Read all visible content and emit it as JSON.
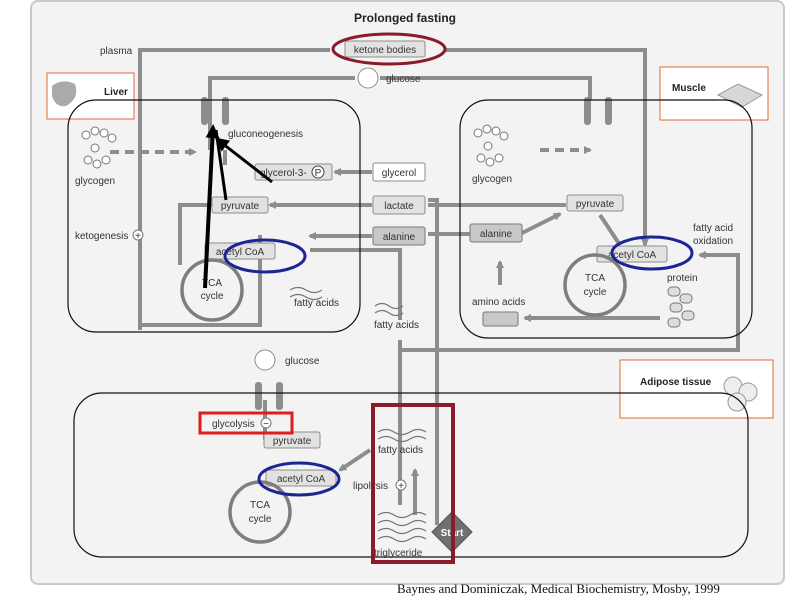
{
  "title": "Prolonged fasting",
  "citation": "Baynes and Dominiczak, Medical Biochemistry, Mosby, 1999",
  "top": {
    "plasma": "plasma",
    "ketone_bodies": "ketone bodies",
    "glucose": "glucose"
  },
  "liver": {
    "label": "Liver",
    "gluconeogenesis": "gluconeogenesis",
    "glycogen": "glycogen",
    "glycerol_3_p": "glycerol-3-",
    "p_symbol": "P",
    "pyruvate": "pyruvate",
    "ketogenesis": "ketogenesis",
    "plus": "+",
    "acetyl_coa": "acetyl CoA",
    "tca": "TCA",
    "cycle": "cycle",
    "fatty_acids": "fatty acids"
  },
  "middle": {
    "glycerol": "glycerol",
    "lactate": "lactate",
    "alanine": "alanine",
    "fatty_acids": "fatty acids"
  },
  "muscle": {
    "label": "Muscle",
    "glycogen": "glycogen",
    "pyruvate": "pyruvate",
    "alanine": "alanine",
    "fatty_acid_oxidation_1": "fatty acid",
    "fatty_acid_oxidation_2": "oxidation",
    "acetyl_coa": "acetyl CoA",
    "tca": "TCA",
    "cycle": "cycle",
    "protein": "protein",
    "amino_acids": "amino acids"
  },
  "adipose": {
    "label": "Adipose tissue",
    "glucose": "glucose",
    "glycolysis": "glycolysis",
    "minus": "−",
    "pyruvate": "pyruvate",
    "acetyl_coa": "acetyl CoA",
    "tca": "TCA",
    "cycle": "cycle",
    "fatty_acids": "fatty acids",
    "lipolysis": "lipolysis",
    "plus": "+",
    "triglyceride": "triglyceride",
    "start": "Start"
  }
}
